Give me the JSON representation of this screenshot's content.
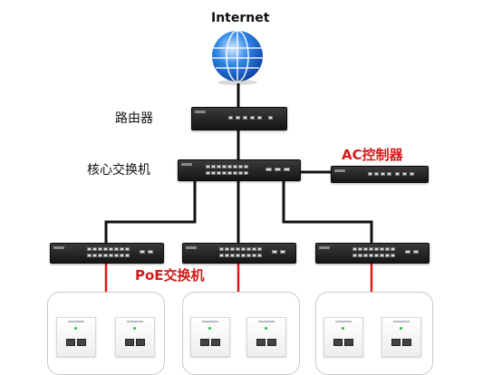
{
  "labels": {
    "internet": "Internet",
    "router": "路由器",
    "core_switch": "核心交换机",
    "ac_controller": "AC控制器",
    "poe_switch": "PoE交换机"
  },
  "colors": {
    "link_black": "#111111",
    "link_red": "#e01818",
    "label_red": "#d61a1a"
  },
  "icons": {
    "internet": "globe-icon",
    "router": "router-icon",
    "core_switch": "switch-icon",
    "ac_controller": "controller-icon",
    "poe_switch": "switch-icon",
    "ap": "wall-panel-ap-icon"
  }
}
